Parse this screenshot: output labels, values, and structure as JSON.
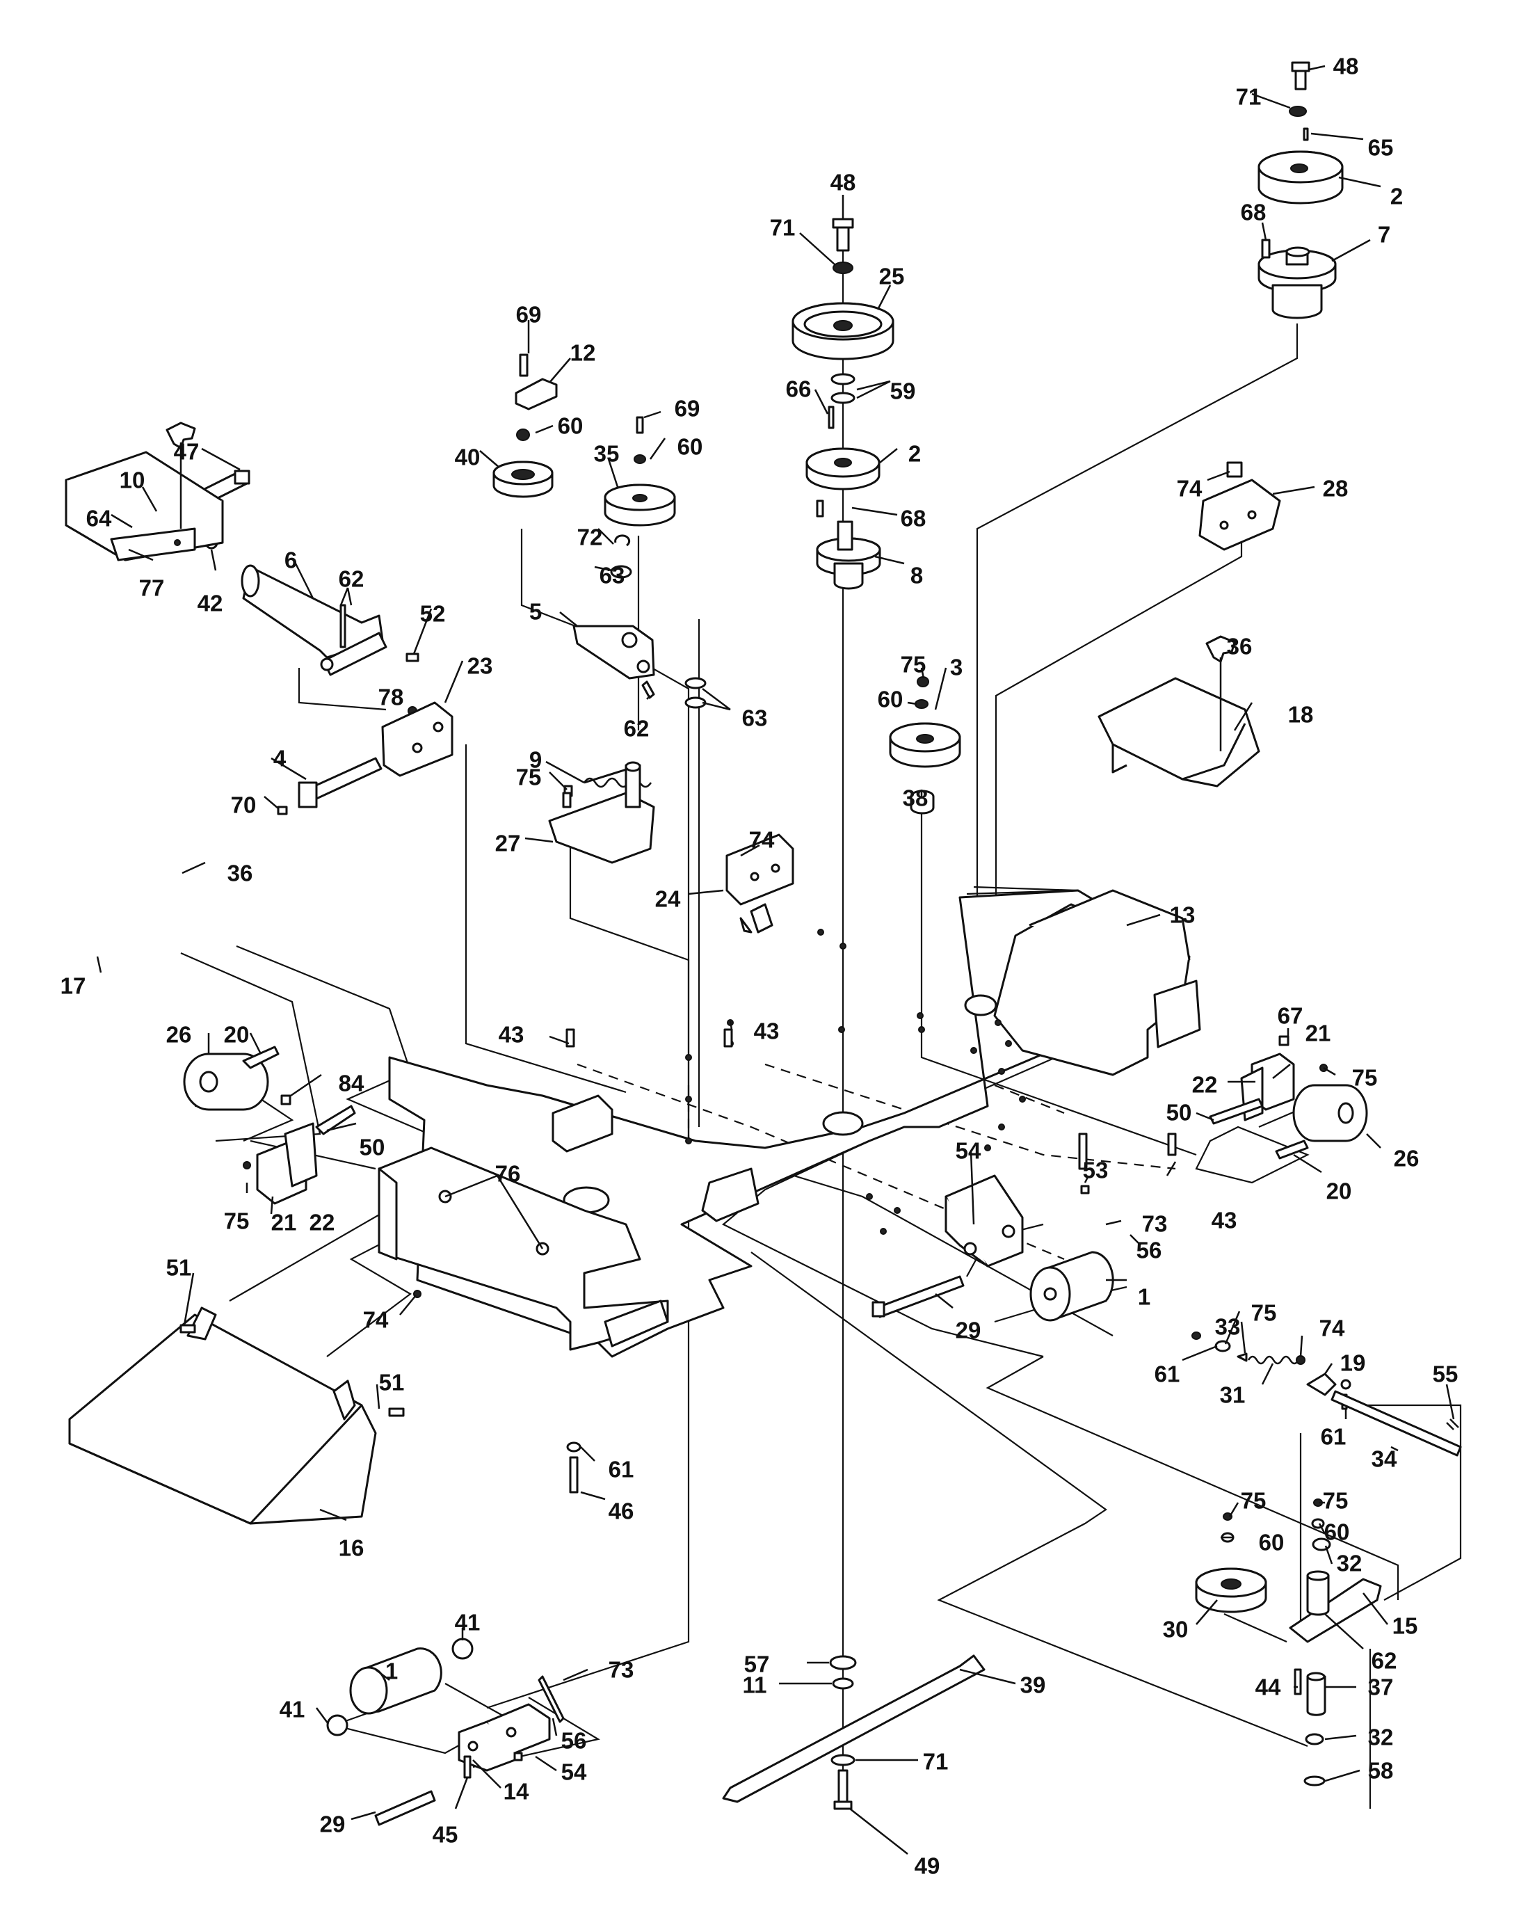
{
  "colors": {
    "line": "#111111",
    "background": "#ffffff"
  },
  "callouts": [
    {
      "id": "c1",
      "label": "48"
    },
    {
      "id": "c2",
      "label": "71"
    },
    {
      "id": "c3",
      "label": "65"
    },
    {
      "id": "c4",
      "label": "2"
    },
    {
      "id": "c5",
      "label": "68"
    },
    {
      "id": "c6",
      "label": "7"
    },
    {
      "id": "c7",
      "label": "48"
    },
    {
      "id": "c8",
      "label": "71"
    },
    {
      "id": "c9",
      "label": "25"
    },
    {
      "id": "c10",
      "label": "69"
    },
    {
      "id": "c11",
      "label": "12"
    },
    {
      "id": "c12",
      "label": "66"
    },
    {
      "id": "c13",
      "label": "59"
    },
    {
      "id": "c14",
      "label": "69"
    },
    {
      "id": "c15",
      "label": "60"
    },
    {
      "id": "c16",
      "label": "60"
    },
    {
      "id": "c17",
      "label": "47"
    },
    {
      "id": "c18",
      "label": "40"
    },
    {
      "id": "c19",
      "label": "35"
    },
    {
      "id": "c20",
      "label": "2"
    },
    {
      "id": "c21",
      "label": "74"
    },
    {
      "id": "c22",
      "label": "28"
    },
    {
      "id": "c23",
      "label": "10"
    },
    {
      "id": "c24",
      "label": "64"
    },
    {
      "id": "c25",
      "label": "68"
    },
    {
      "id": "c26",
      "label": "72"
    },
    {
      "id": "c27",
      "label": "77"
    },
    {
      "id": "c28",
      "label": "42"
    },
    {
      "id": "c29",
      "label": "6"
    },
    {
      "id": "c30",
      "label": "63"
    },
    {
      "id": "c31",
      "label": "8"
    },
    {
      "id": "c32",
      "label": "62"
    },
    {
      "id": "c33",
      "label": "5"
    },
    {
      "id": "c34",
      "label": "52"
    },
    {
      "id": "c35",
      "label": "23"
    },
    {
      "id": "c36",
      "label": "36"
    },
    {
      "id": "c37",
      "label": "75"
    },
    {
      "id": "c38",
      "label": "3"
    },
    {
      "id": "c39",
      "label": "78"
    },
    {
      "id": "c40",
      "label": "60"
    },
    {
      "id": "c41",
      "label": "18"
    },
    {
      "id": "c42",
      "label": "62"
    },
    {
      "id": "c43",
      "label": "63"
    },
    {
      "id": "c44",
      "label": "4"
    },
    {
      "id": "c45",
      "label": "9"
    },
    {
      "id": "c46",
      "label": "70"
    },
    {
      "id": "c47",
      "label": "75"
    },
    {
      "id": "c48",
      "label": "38"
    },
    {
      "id": "c49",
      "label": "27"
    },
    {
      "id": "c50",
      "label": "74"
    },
    {
      "id": "c51",
      "label": "36"
    },
    {
      "id": "c52",
      "label": "24"
    },
    {
      "id": "c53",
      "label": "13"
    },
    {
      "id": "c54",
      "label": "17"
    },
    {
      "id": "c55",
      "label": "43"
    },
    {
      "id": "c56",
      "label": "67"
    },
    {
      "id": "c57",
      "label": "43"
    },
    {
      "id": "c58",
      "label": "21"
    },
    {
      "id": "c59",
      "label": "26"
    },
    {
      "id": "c60",
      "label": "20"
    },
    {
      "id": "c61",
      "label": "84"
    },
    {
      "id": "c62",
      "label": "75"
    },
    {
      "id": "c63",
      "label": "22"
    },
    {
      "id": "c64",
      "label": "50"
    },
    {
      "id": "c65",
      "label": "50"
    },
    {
      "id": "c66",
      "label": "26"
    },
    {
      "id": "c67",
      "label": "76"
    },
    {
      "id": "c68",
      "label": "54"
    },
    {
      "id": "c69",
      "label": "53"
    },
    {
      "id": "c70",
      "label": "20"
    },
    {
      "id": "c71",
      "label": "75"
    },
    {
      "id": "c72",
      "label": "21"
    },
    {
      "id": "c73",
      "label": "22"
    },
    {
      "id": "c74",
      "label": "43"
    },
    {
      "id": "c75",
      "label": "73"
    },
    {
      "id": "c76",
      "label": "56"
    },
    {
      "id": "c77",
      "label": "51"
    },
    {
      "id": "c78",
      "label": "1"
    },
    {
      "id": "c79",
      "label": "74"
    },
    {
      "id": "c80",
      "label": "29"
    },
    {
      "id": "c81",
      "label": "75"
    },
    {
      "id": "c82",
      "label": "33"
    },
    {
      "id": "c83",
      "label": "74"
    },
    {
      "id": "c84",
      "label": "61"
    },
    {
      "id": "c85",
      "label": "19"
    },
    {
      "id": "c86",
      "label": "55"
    },
    {
      "id": "c87",
      "label": "31"
    },
    {
      "id": "c88",
      "label": "61"
    },
    {
      "id": "c89",
      "label": "34"
    },
    {
      "id": "c90",
      "label": "51"
    },
    {
      "id": "c91",
      "label": "61"
    },
    {
      "id": "c92",
      "label": "46"
    },
    {
      "id": "c93",
      "label": "16"
    },
    {
      "id": "c94",
      "label": "75"
    },
    {
      "id": "c95",
      "label": "75"
    },
    {
      "id": "c96",
      "label": "60"
    },
    {
      "id": "c97",
      "label": "60"
    },
    {
      "id": "c98",
      "label": "32"
    },
    {
      "id": "c99",
      "label": "1"
    },
    {
      "id": "c100",
      "label": "41"
    },
    {
      "id": "c101",
      "label": "73"
    },
    {
      "id": "c102",
      "label": "57"
    },
    {
      "id": "c103",
      "label": "39"
    },
    {
      "id": "c104",
      "label": "15"
    },
    {
      "id": "c105",
      "label": "30"
    },
    {
      "id": "c106",
      "label": "62"
    },
    {
      "id": "c107",
      "label": "11"
    },
    {
      "id": "c108",
      "label": "41"
    },
    {
      "id": "c109",
      "label": "56"
    },
    {
      "id": "c110",
      "label": "44"
    },
    {
      "id": "c111",
      "label": "37"
    },
    {
      "id": "c112",
      "label": "54"
    },
    {
      "id": "c113",
      "label": "32"
    },
    {
      "id": "c114",
      "label": "71"
    },
    {
      "id": "c115",
      "label": "58"
    },
    {
      "id": "c116",
      "label": "14"
    },
    {
      "id": "c117",
      "label": "29"
    },
    {
      "id": "c118",
      "label": "45"
    },
    {
      "id": "c119",
      "label": "49"
    }
  ]
}
